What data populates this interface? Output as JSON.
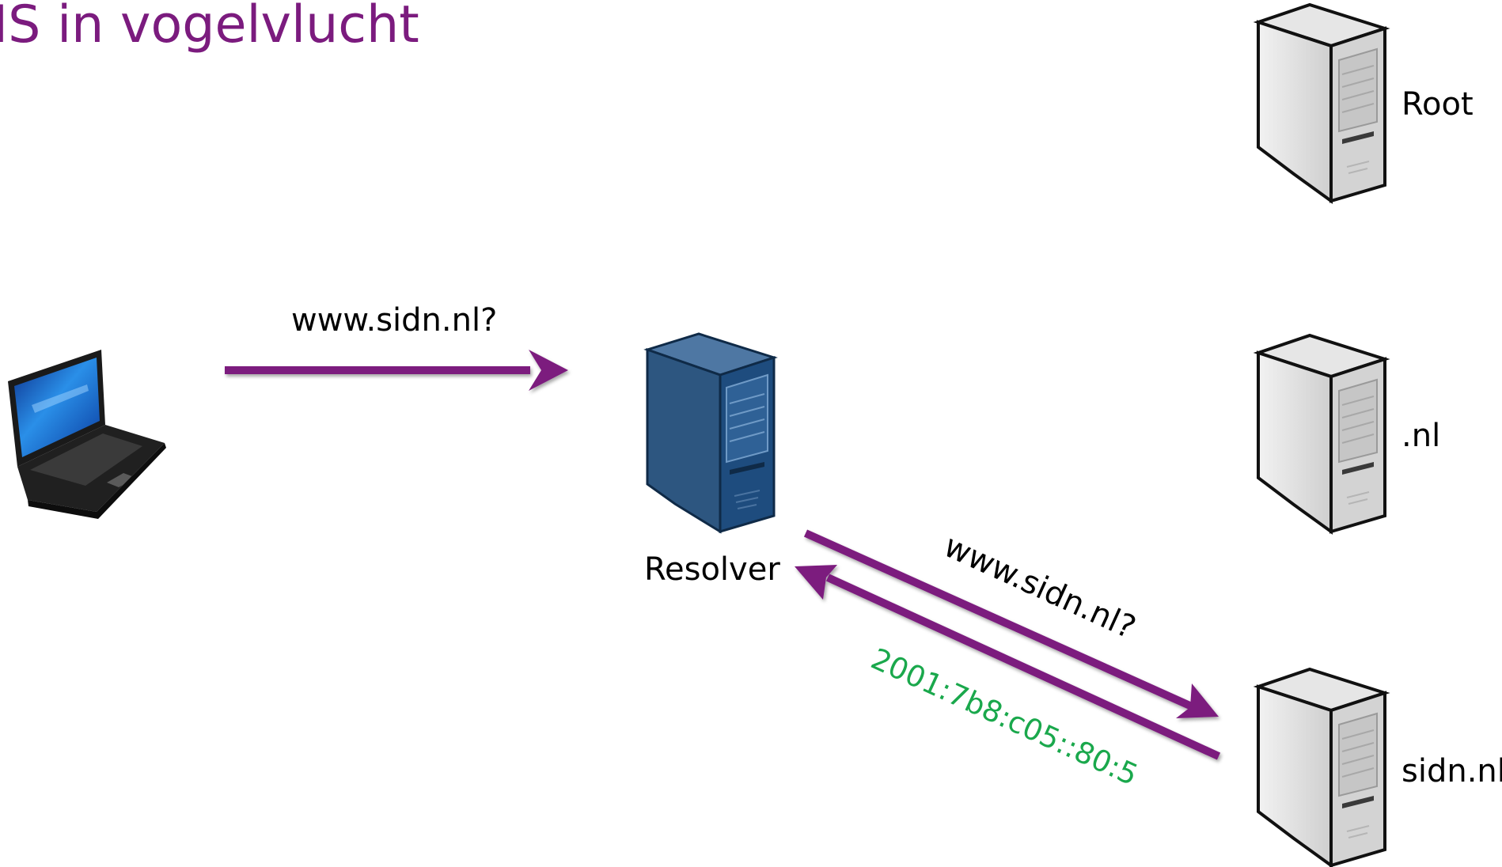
{
  "slide": {
    "title": "IS in vogelvlucht"
  },
  "nodes": {
    "client": {
      "icon": "laptop-icon"
    },
    "resolver": {
      "label": "Resolver",
      "icon": "server-tower-icon",
      "color": "#1f4e79"
    },
    "root": {
      "label": "Root",
      "icon": "server-tower-icon",
      "color": "#d9d9d9"
    },
    "nl": {
      "label": ".nl",
      "icon": "server-tower-icon",
      "color": "#d9d9d9"
    },
    "sidn": {
      "label": "sidn.nl",
      "icon": "server-tower-icon",
      "color": "#d9d9d9"
    }
  },
  "messages": {
    "client_query": "www.sidn.nl?",
    "resolver_query": "www.sidn.nl?",
    "answer": "2001:7b8:c05::80:5"
  },
  "colors": {
    "accent": "#7b1b7e",
    "arrow": "#7b1b7e",
    "answer": "#1aa84c",
    "text": "#000000"
  }
}
